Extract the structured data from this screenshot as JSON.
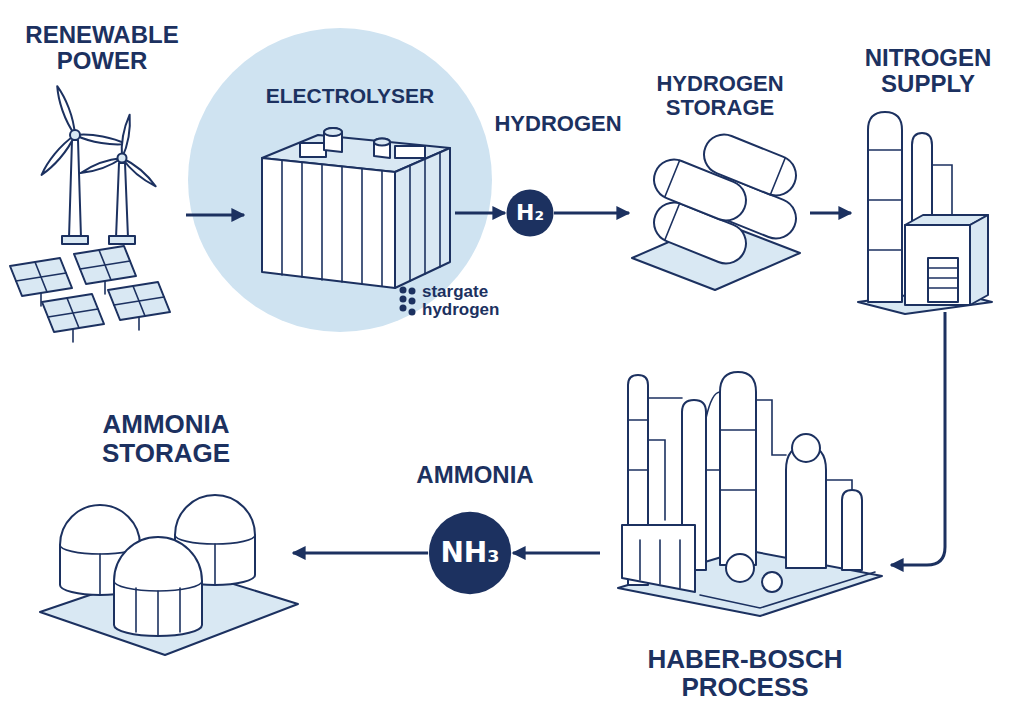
{
  "diagram": {
    "nodes": [
      {
        "text": [
          "RENEWABLE POWER"
        ]
      },
      {
        "text": [
          "ELECTROLYSER"
        ]
      },
      {
        "text": [
          "HYDROGEN",
          "H₂"
        ]
      },
      {
        "text": [
          "HYDROGEN STORAGE"
        ]
      },
      {
        "text": [
          "NITROGEN SUPPLY"
        ]
      },
      {
        "text": [
          "HABER-BOSCH PROCESS"
        ]
      },
      {
        "text": [
          "AMMONIA",
          "NH₃"
        ]
      },
      {
        "text": [
          "AMMONIA STORAGE"
        ]
      }
    ],
    "edges": [
      {
        "from": 0,
        "to": 1,
        "arrow": "to"
      },
      {
        "from": 1,
        "to": 2,
        "arrow": "to"
      },
      {
        "from": 2,
        "to": 3,
        "arrow": "to"
      },
      {
        "from": 3,
        "to": 4,
        "arrow": "to"
      },
      {
        "from": 4,
        "to": 5,
        "arrow": "to"
      },
      {
        "from": 5,
        "to": 6,
        "arrow": "to"
      },
      {
        "from": 6,
        "to": 7,
        "arrow": "to"
      }
    ],
    "labels": [
      "stargate hydrogen"
    ]
  }
}
